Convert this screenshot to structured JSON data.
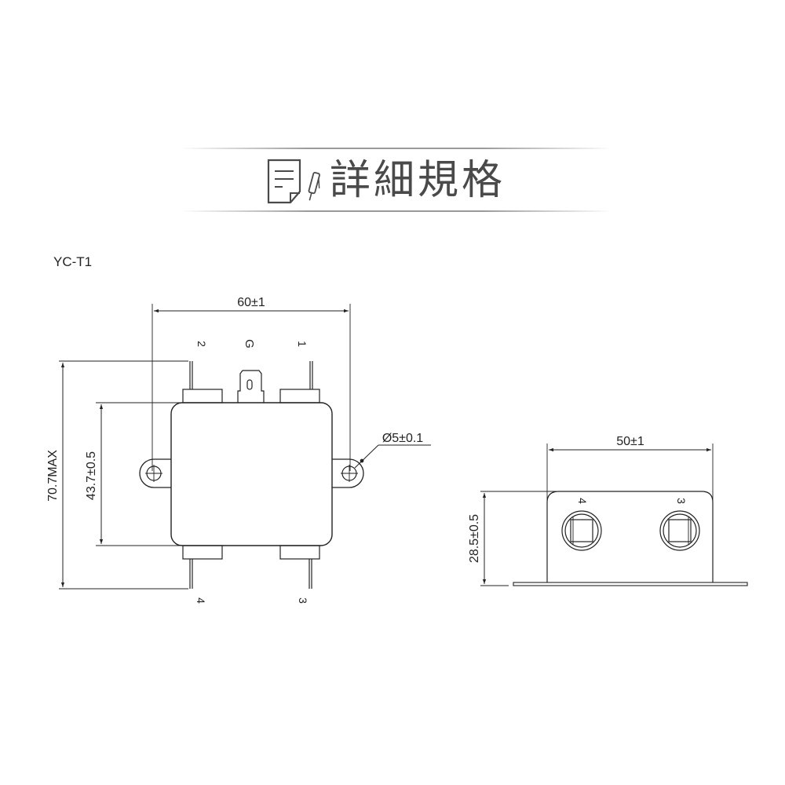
{
  "header": {
    "title": "詳細規格",
    "icon": "document-pen-icon"
  },
  "model": "YC-T1",
  "front_view": {
    "width_dim": "60±1",
    "height_max_dim": "70.7MAX",
    "body_height_dim": "43.7±0.5",
    "hole_dim": "Ø5±0.1",
    "top_pins": [
      "2",
      "G",
      "1"
    ],
    "bottom_pins": [
      "4",
      "3"
    ]
  },
  "side_view": {
    "width_dim": "50±1",
    "height_dim": "28.5±0.5",
    "terminals": [
      "4",
      "3"
    ]
  },
  "colors": {
    "line": "#222222",
    "title": "#4a4a4a"
  }
}
